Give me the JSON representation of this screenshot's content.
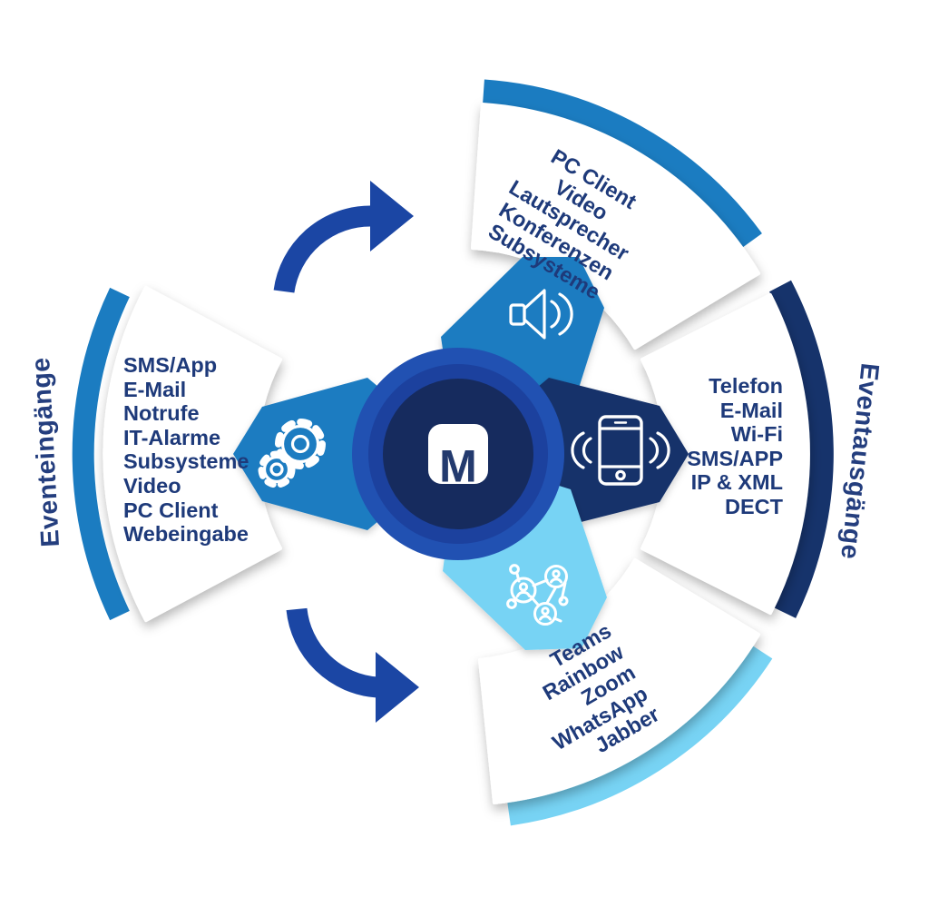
{
  "diagram": {
    "left_label": "Eventeingänge",
    "right_label": "Eventausgänge",
    "center_letter": "M",
    "inputs": {
      "items": [
        "SMS/App",
        "E-Mail",
        "Notrufe",
        "IT-Alarme",
        "Subsysteme",
        "Video",
        "PC Client",
        "Webeingabe"
      ]
    },
    "outputs_audio": {
      "items": [
        "PC Client",
        "Video",
        "Lautsprecher",
        "Konferenzen",
        "Subsysteme"
      ]
    },
    "outputs_telecom": {
      "items": [
        "Telefon",
        "E-Mail",
        "Wi-Fi",
        "SMS/APP",
        "IP & XML",
        "DECT"
      ]
    },
    "outputs_collab": {
      "items": [
        "Teams",
        "Rainbow",
        "Zoom",
        "WhatsApp",
        "Jabber"
      ]
    },
    "colors": {
      "medium_blue": "#1B7CC1",
      "navy": "#16336B",
      "light_blue": "#77D3F4",
      "royal_outer": "#2151B2",
      "royal_mid": "#1C419E",
      "center_dark": "#162B5E",
      "arrow_blue": "#1B46A4",
      "text_navy": "#1E3A7A"
    }
  }
}
